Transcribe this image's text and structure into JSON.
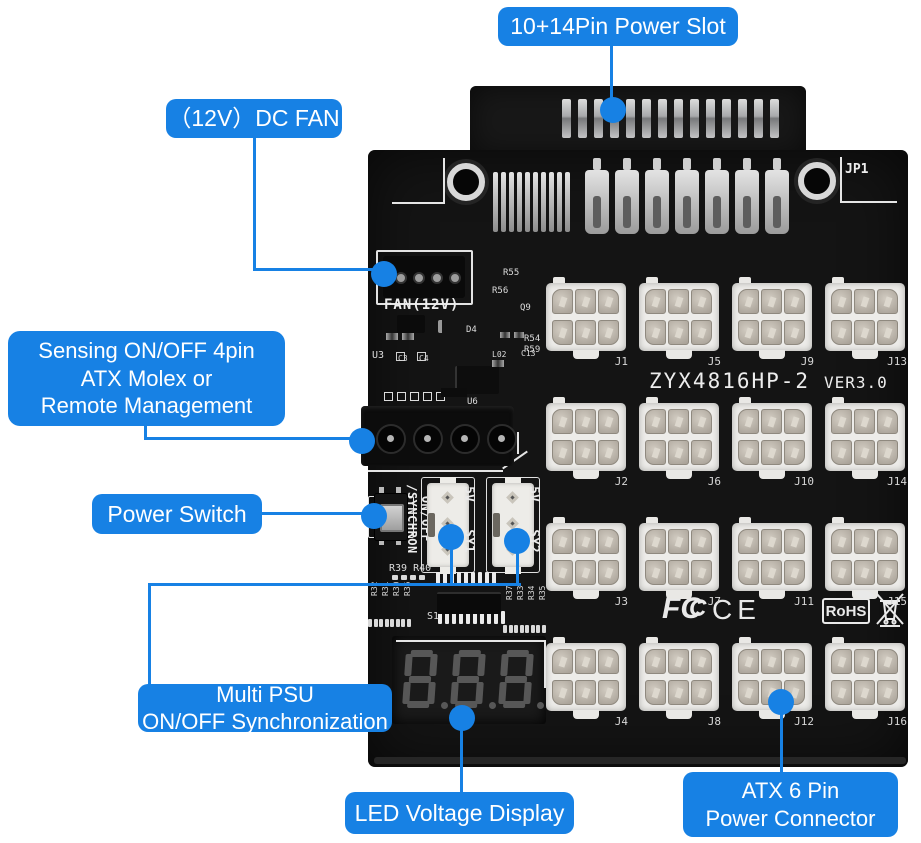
{
  "colors": {
    "accent": "#1781e4",
    "board": "#141414",
    "connector": "#edece9"
  },
  "callouts": {
    "power_slot": "10+14Pin Power Slot",
    "dc_fan": "（12V）DC FAN",
    "sensing": [
      "Sensing ON/OFF 4pin",
      "ATX Molex or",
      "Remote Management"
    ],
    "power_switch": "Power Switch",
    "multi_psu": [
      "Multi PSU",
      "ON/OFF Synchronization"
    ],
    "led_display": "LED Voltage Display",
    "atx6": [
      "ATX 6 Pin",
      "Power Connector"
    ]
  },
  "board": {
    "model": "ZYX4816HP-2",
    "version": "VER3.0",
    "jp_label": "JP1",
    "fan_silkscreen": "FAN(12V)",
    "sync_silkscreen": [
      "ON/OFF",
      "/SYNCHRON"
    ],
    "sync_headers": [
      {
        "voltage": "5V",
        "id": "SY1"
      },
      {
        "voltage": "5V",
        "id": "SY2"
      }
    ],
    "connector_labels": [
      "J1",
      "J5",
      "J9",
      "J13",
      "J2",
      "J6",
      "J10",
      "J14",
      "J3",
      "J7",
      "J11",
      "J15",
      "J4",
      "J8",
      "J12",
      "J16"
    ],
    "certs": {
      "fcc": "FCC",
      "ce": "CE",
      "rohs": "RoHS"
    },
    "silkscreen_labels": [
      "R55",
      "R56",
      "Q9",
      "R54",
      "R59",
      "D4",
      "U3",
      "C3",
      "C4",
      "L02",
      "C13",
      "U6",
      "R39 R40",
      "S1",
      "R32",
      "R31",
      "R30",
      "R36",
      "R37",
      "R33",
      "R34",
      "R35"
    ],
    "led_digits": [
      "8",
      "8",
      "8"
    ],
    "counts": {
      "power_slot_pads": 14,
      "edge_pins": 10,
      "edge_clips": 7,
      "fan_header_pins": 4,
      "molex_pins": 4,
      "atx_connector_pins": 6,
      "sync_header_pins": 3,
      "atx_connectors": 16
    }
  }
}
